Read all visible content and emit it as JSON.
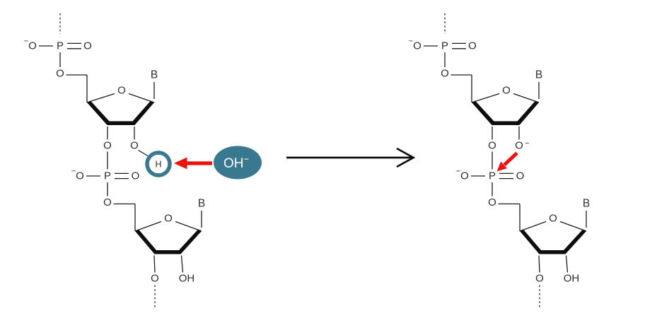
{
  "labels": {
    "oxygen": "O",
    "phosphorus": "P",
    "base": "B",
    "hydrogen": "H",
    "hydroxyl": "OH",
    "negative_charge": "−",
    "hydroxide": "OH",
    "hydroxide_charge": "−"
  },
  "colors": {
    "bond": "#1d1d1d",
    "atom_text": "#2d2d2d",
    "highlight_teal": "#38798f",
    "arrow_red": "#ed1111",
    "hydroxide_text": "#ffffff",
    "background": "#ffffff"
  }
}
